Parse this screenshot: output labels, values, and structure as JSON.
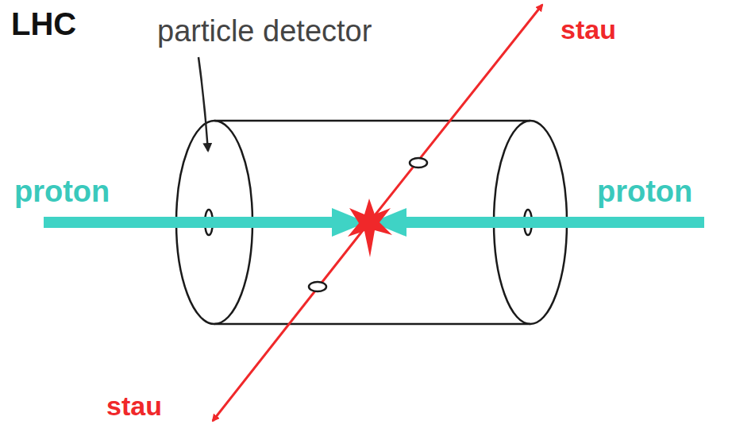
{
  "diagram": {
    "title": "LHC",
    "labels": [
      "particle detector",
      "proton",
      "proton",
      "stau",
      "stau"
    ]
  }
}
